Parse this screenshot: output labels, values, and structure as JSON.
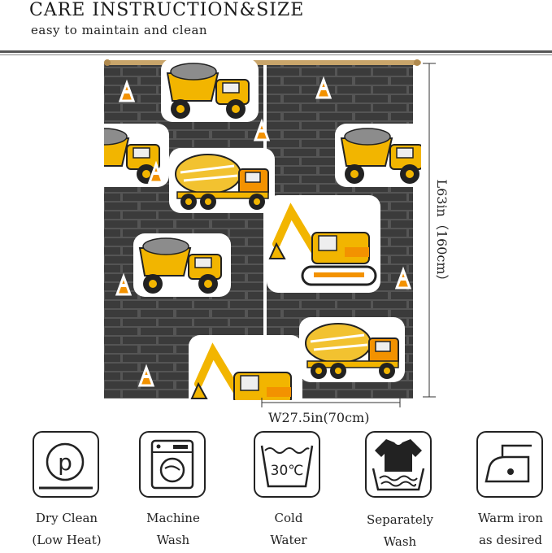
{
  "header": {
    "title": "CARE INSTRUCTION&SIZE",
    "subtitle": "easy to maintain and clean"
  },
  "dimensions": {
    "length_label": "L63in（160cm）",
    "width_label": "W27.5in(70cm)"
  },
  "care_icons": [
    {
      "icon": "dry-clean-p-icon",
      "line1": "Dry Clean",
      "line2": "(Low Heat)"
    },
    {
      "icon": "washing-machine-icon",
      "line1": "Machine",
      "line2": "Wash"
    },
    {
      "icon": "wash-tub-icon",
      "line1": "Cold",
      "line2": "Water",
      "temp": "30℃"
    },
    {
      "icon": "separate-wash-shirt-icon",
      "line1": "Separately",
      "line2": "Wash"
    },
    {
      "icon": "iron-icon",
      "line1": "Warm iron",
      "line2": "as desired"
    }
  ],
  "colors": {
    "curtain_bg": "#4a4a4a",
    "truck_yellow": "#f2b500",
    "truck_orange": "#f39200"
  }
}
